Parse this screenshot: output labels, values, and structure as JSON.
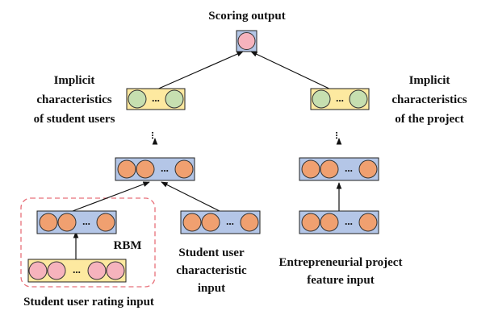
{
  "labels": {
    "scoring_output": "Scoring output",
    "implicit_student": [
      "Implicit",
      "characteristics",
      "of student users"
    ],
    "implicit_project": [
      "Implicit",
      "characteristics",
      "of the project"
    ],
    "rbm": "RBM",
    "student_char_input": [
      "Student user",
      "characteristic",
      "input"
    ],
    "project_feature_input": [
      "Entrepreneurial project",
      "feature input"
    ],
    "rating_input": "Student user rating input",
    "ellipsis": "...",
    "vertical_ellipsis": "..."
  },
  "colors": {
    "orange_node": "#f0a070",
    "green_node": "#c6dfb0",
    "pink_node": "#f6b3bd",
    "blue_box": "#b4c6e7",
    "yellow_box": "#fde9a0",
    "rbm_border": "#e8707a"
  }
}
